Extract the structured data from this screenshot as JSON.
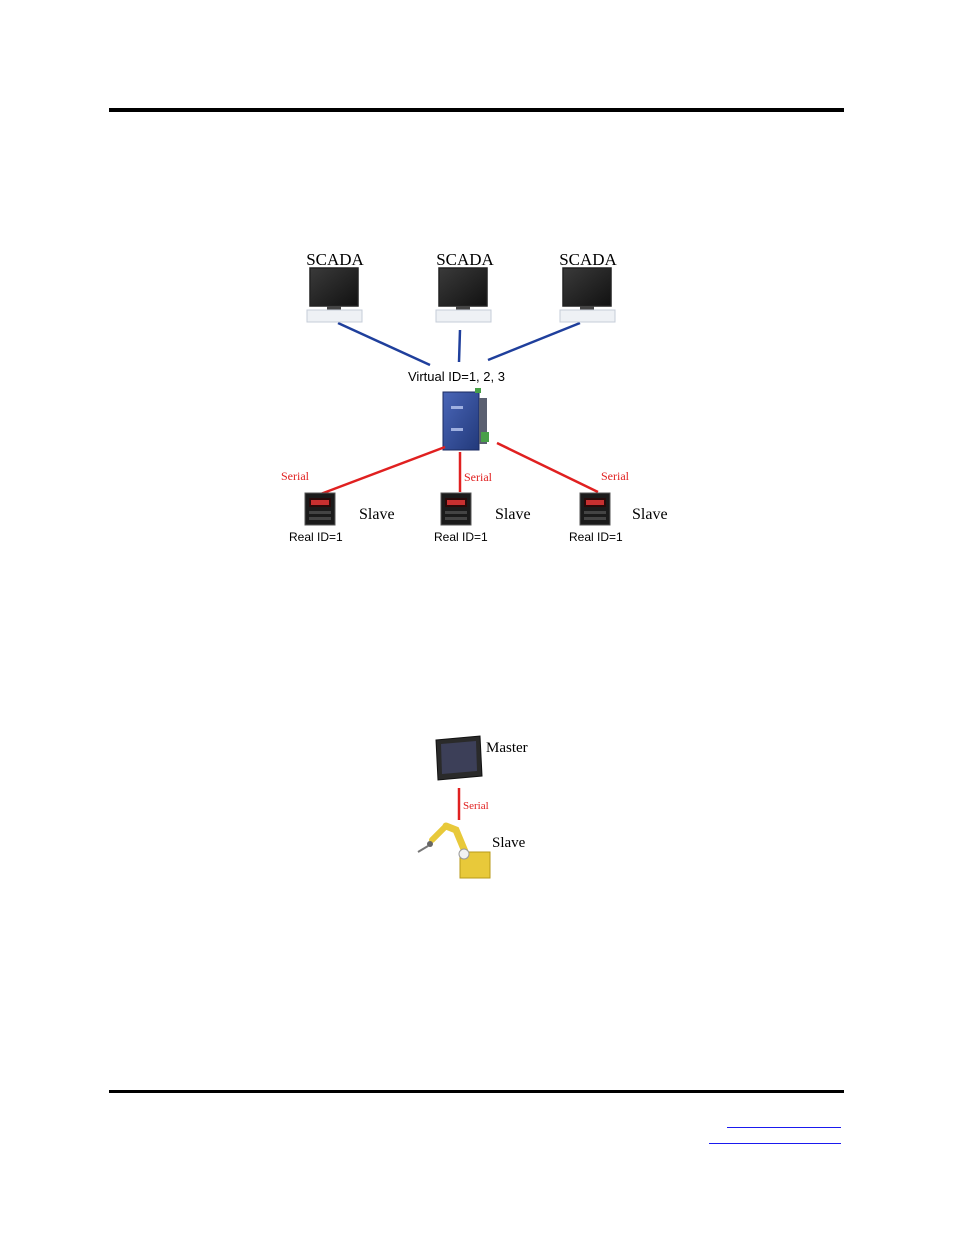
{
  "diagram1": {
    "masters": [
      {
        "label": "SCADA"
      },
      {
        "label": "SCADA"
      },
      {
        "label": "SCADA"
      }
    ],
    "gateway_label": "Virtual ID=1, 2, 3",
    "links": [
      {
        "label": "Serial"
      },
      {
        "label": "Serial"
      },
      {
        "label": "Serial"
      }
    ],
    "slaves": [
      {
        "label": "Slave",
        "id_label": "Real ID=1"
      },
      {
        "label": "Slave",
        "id_label": "Real ID=1"
      },
      {
        "label": "Slave",
        "id_label": "Real ID=1"
      }
    ],
    "colors": {
      "ethernet": "#1f3f9c",
      "serial": "#e02020",
      "gateway": "#2f4c9a"
    }
  },
  "diagram2": {
    "master_label": "Master",
    "link_label": "Serial",
    "slave_label": "Slave",
    "colors": {
      "serial": "#e02020",
      "robot": "#e8c93a"
    }
  }
}
